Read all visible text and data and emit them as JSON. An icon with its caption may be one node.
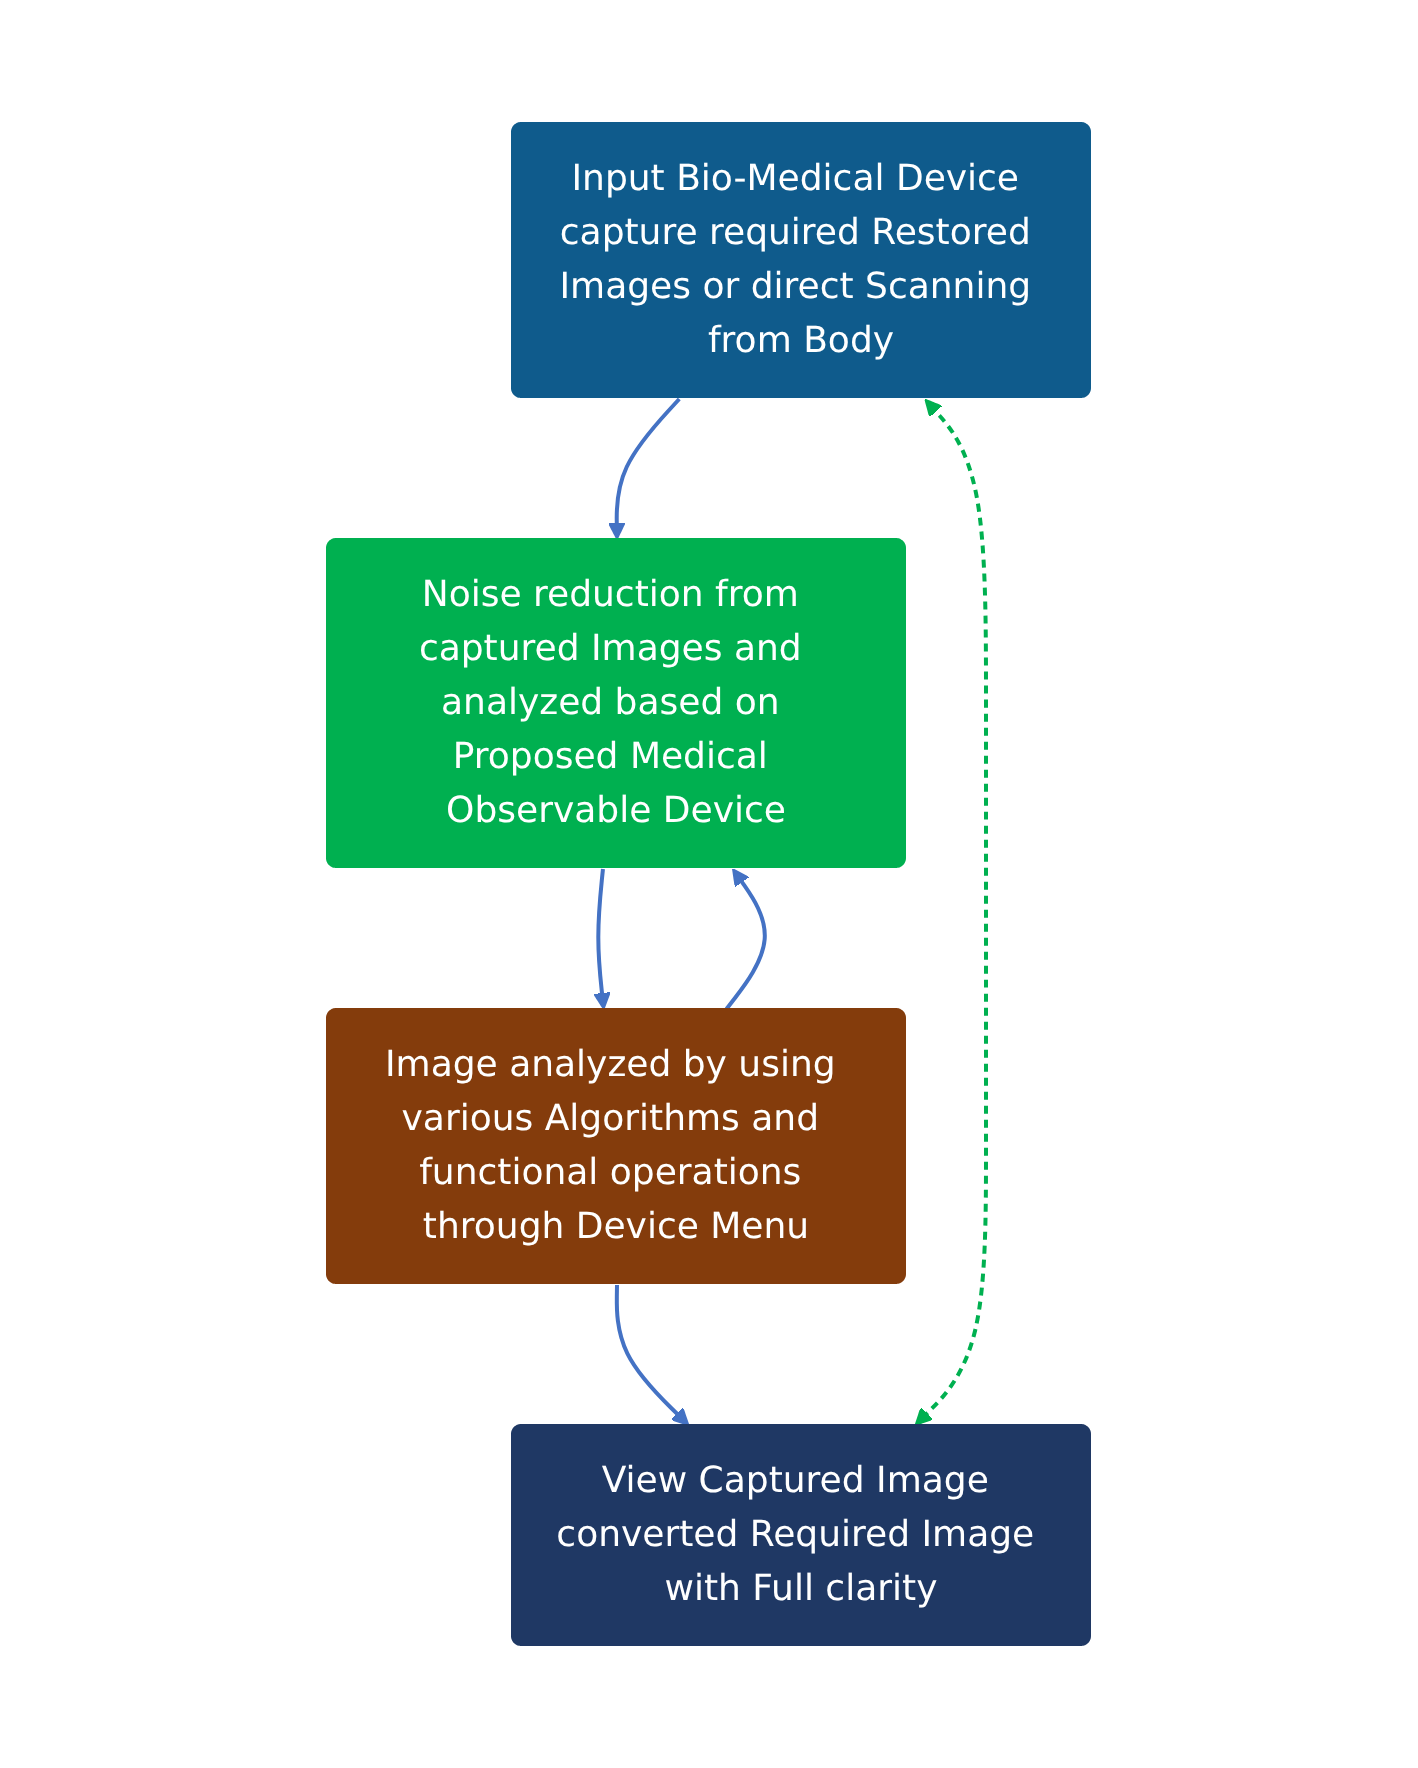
{
  "diagram": {
    "nodes": [
      {
        "text": [
          "Input Bio-Medical Device capture required Restored Images or direct Scanning from Body"
        ]
      },
      {
        "text": [
          "Noise reduction from captured Images and analyzed based on Proposed Medical Observable Device"
        ]
      },
      {
        "text": [
          "Image analyzed by using various Algorithms and functional operations through Device Menu"
        ]
      },
      {
        "text": [
          "View Captured Image converted Required Image with Full clarity"
        ]
      }
    ],
    "edges": [
      {
        "from": 0,
        "to": 1,
        "arrow": "to"
      },
      {
        "from": 1,
        "to": 2,
        "arrow": "to"
      },
      {
        "from": 2,
        "to": 1,
        "arrow": "to"
      },
      {
        "from": 2,
        "to": 3,
        "arrow": "to"
      },
      {
        "from": 0,
        "to": 3,
        "arrow": "both",
        "style": "dashed",
        "color": "#00b050"
      }
    ]
  }
}
